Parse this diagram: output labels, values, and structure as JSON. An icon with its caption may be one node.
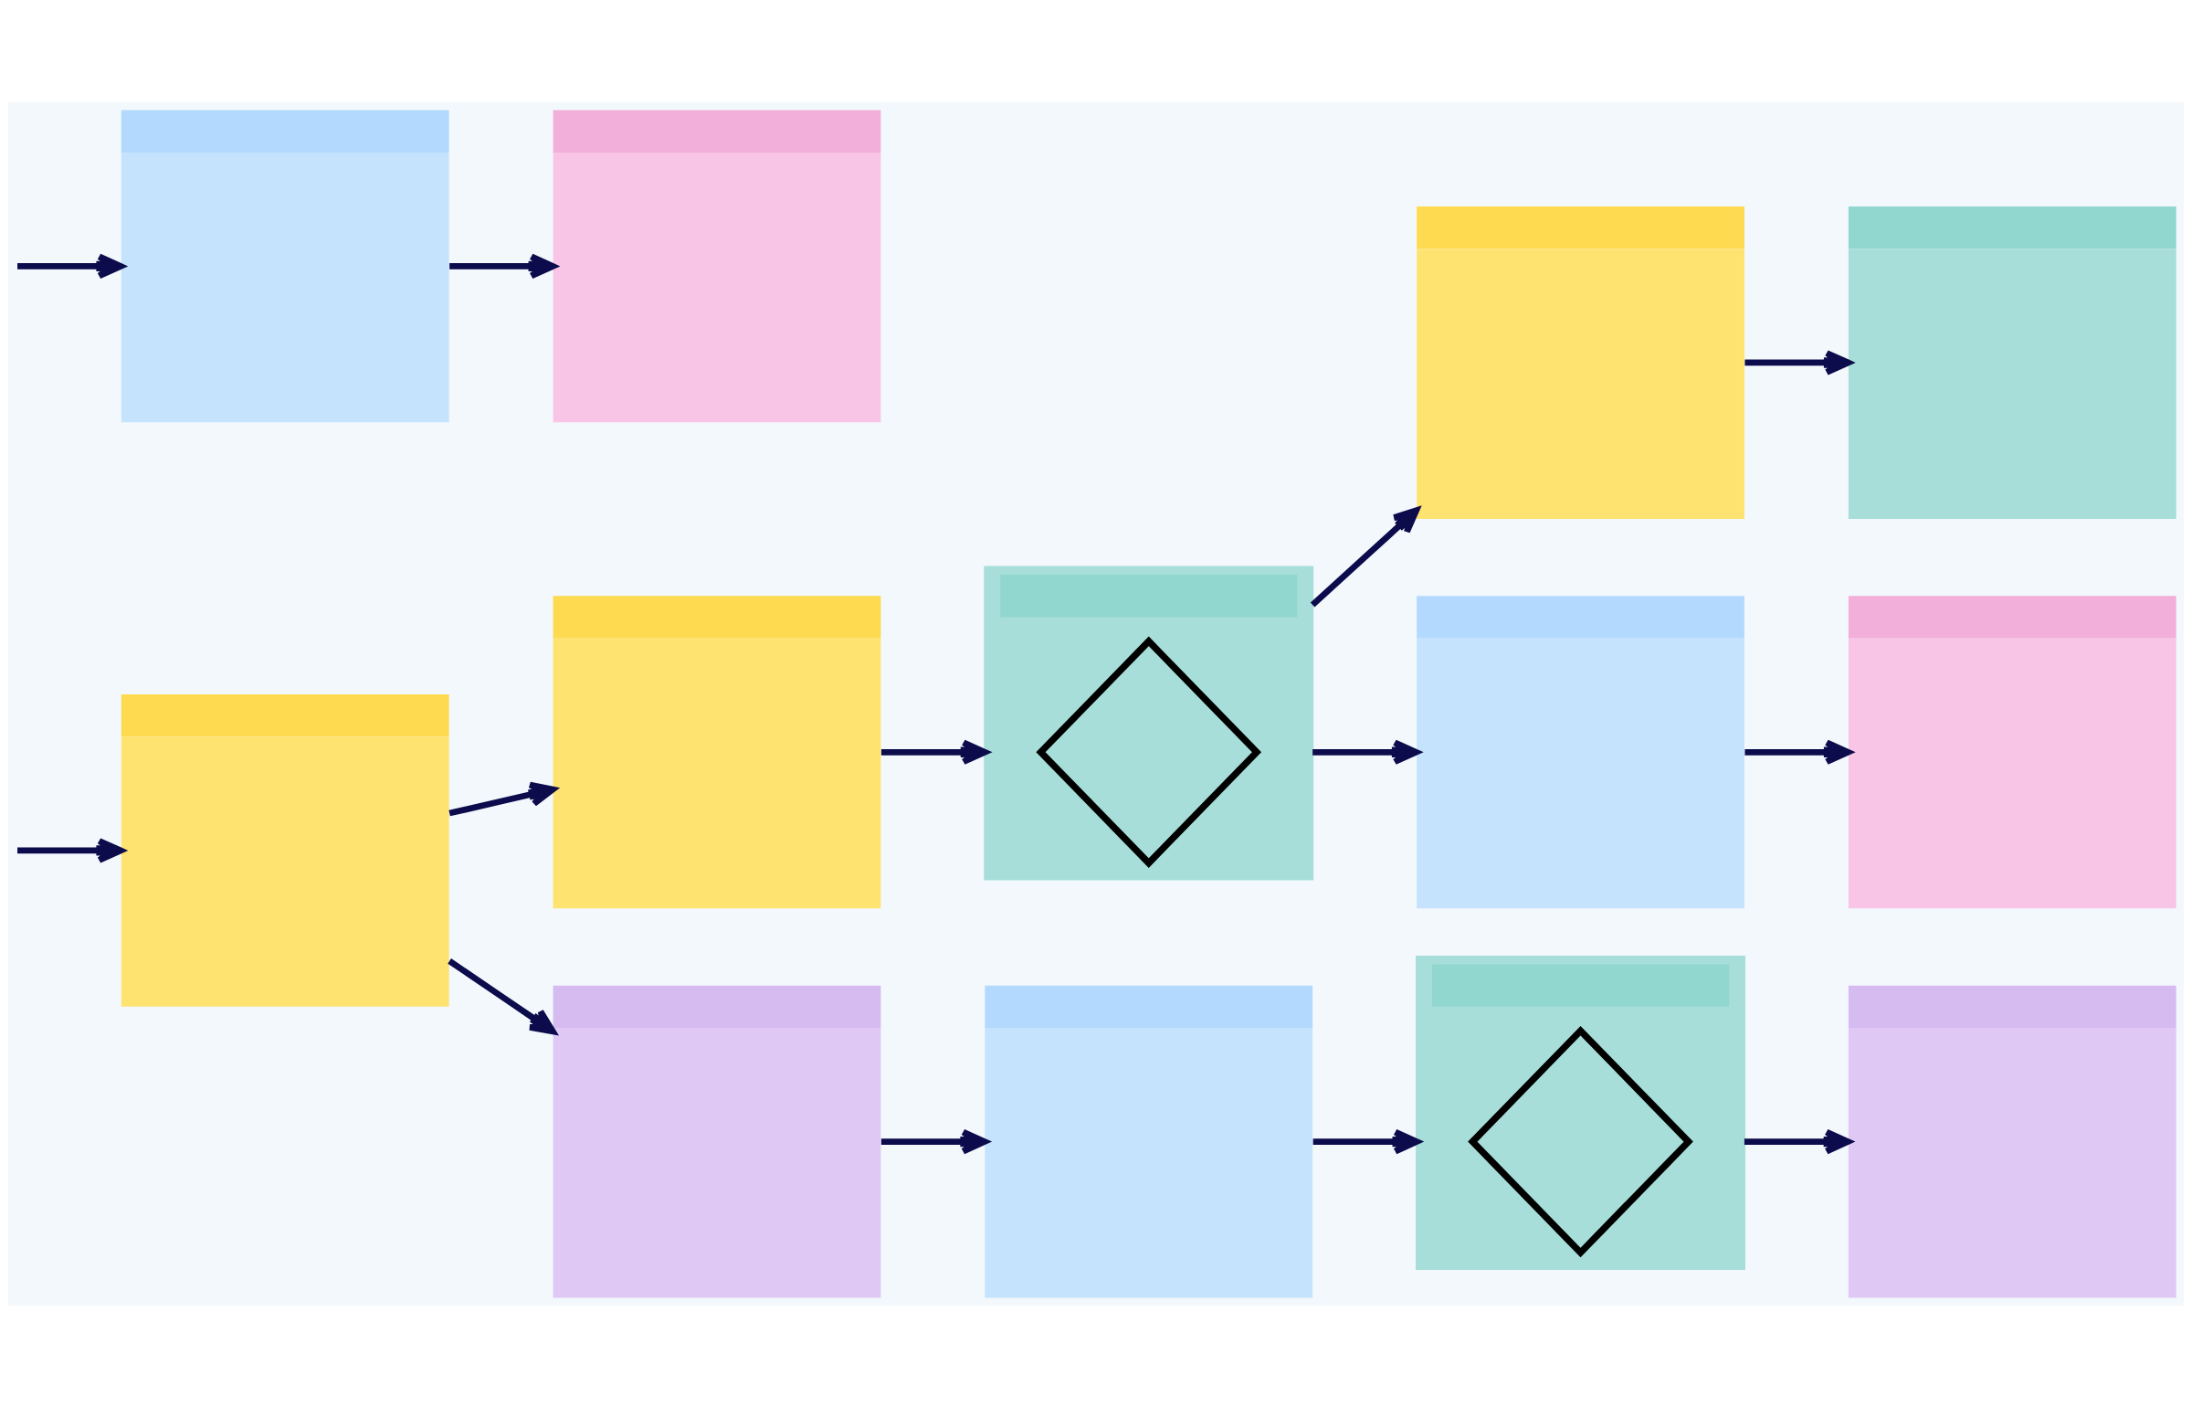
{
  "diagram": {
    "nodes": [
      {
        "text": [],
        "shape": "box"
      },
      {
        "text": [],
        "shape": "box"
      },
      {
        "text": [],
        "shape": "box"
      },
      {
        "text": [],
        "shape": "box"
      },
      {
        "text": [],
        "shape": "box"
      },
      {
        "text": [],
        "shape": "box"
      },
      {
        "text": [],
        "shape": "diamond",
        "in": 5
      },
      {
        "text": [],
        "shape": "box"
      },
      {
        "text": [],
        "shape": "box"
      },
      {
        "text": [],
        "shape": "box"
      },
      {
        "text": [],
        "shape": "box"
      },
      {
        "text": [],
        "shape": "box"
      },
      {
        "text": [],
        "shape": "box"
      },
      {
        "text": [],
        "shape": "diamond",
        "in": 12
      },
      {
        "text": [],
        "shape": "box"
      }
    ],
    "edges": [
      {
        "from": null,
        "to": 0,
        "arrow": "to"
      },
      {
        "from": 0,
        "to": 1,
        "arrow": "to"
      },
      {
        "from": 2,
        "to": 3,
        "arrow": "to"
      },
      {
        "from": 5,
        "to": 2,
        "arrow": "to"
      },
      {
        "from": 4,
        "to": 5,
        "arrow": "to"
      },
      {
        "from": 5,
        "to": 7,
        "arrow": "to"
      },
      {
        "from": 7,
        "to": 8,
        "arrow": "to"
      },
      {
        "from": 9,
        "to": 4,
        "arrow": "to"
      },
      {
        "from": null,
        "to": 9,
        "arrow": "to"
      },
      {
        "from": 9,
        "to": 10,
        "arrow": "to"
      },
      {
        "from": 10,
        "to": 11,
        "arrow": "to"
      },
      {
        "from": 11,
        "to": 12,
        "arrow": "to"
      },
      {
        "from": 12,
        "to": 14,
        "arrow": "to"
      }
    ]
  }
}
